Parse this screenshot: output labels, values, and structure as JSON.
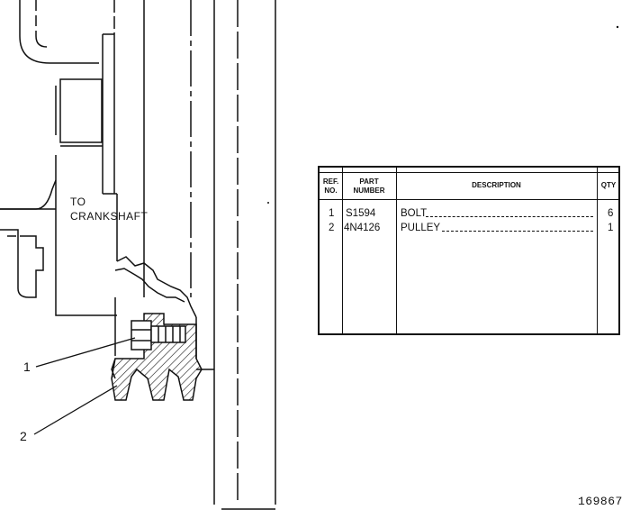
{
  "drawing": {
    "to_label": "TO",
    "crankshaft_label": "CRANKSHAFT",
    "callouts": [
      "1",
      "2"
    ],
    "figure_number": "169867"
  },
  "parts_table": {
    "headers": {
      "ref_no_line1": "REF.",
      "ref_no_line2": "NO.",
      "part_number_line1": "PART",
      "part_number_line2": "NUMBER",
      "description": "DESCRIPTION",
      "qty": "QTY"
    },
    "rows": [
      {
        "ref": "1",
        "part_number": "S1594",
        "description": "BOLT",
        "qty": "6"
      },
      {
        "ref": "2",
        "part_number": "4N4126",
        "description": "PULLEY",
        "qty": "1"
      }
    ]
  }
}
